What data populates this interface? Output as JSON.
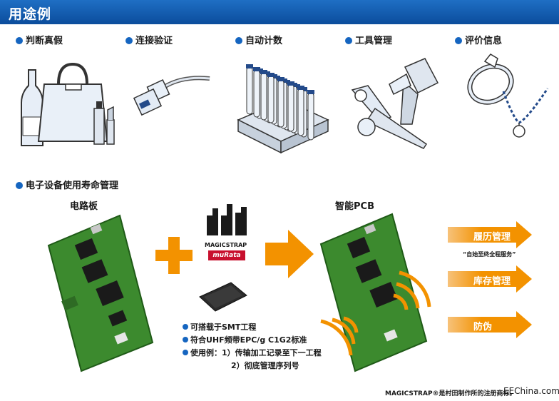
{
  "header": {
    "title": "用途例"
  },
  "categories": [
    "判断真假",
    "连接验证",
    "自动计数",
    "工具管理",
    "评价信息"
  ],
  "lifecycle": {
    "heading": "电子设备使用寿命管理",
    "board_label": "电路板",
    "smart_label": "智能PCB",
    "logo_text": "MAGICSTRAP",
    "murata_text": "muRata",
    "features": [
      "可搭载于SMT工程",
      "符合UHF频带EPC/g C1G2标准",
      "使用例：1）传输加工记录至下一工程",
      "2）彻底管理序列号"
    ],
    "arrows": [
      "履历管理",
      "库存管理",
      "防伪"
    ],
    "arrow_note": "“自始至终全程服务”"
  },
  "footer": {
    "trademark": "MAGICSTRAP®是村田制作所的注册商标。",
    "site": "EEChina.com"
  },
  "colors": {
    "header_blue": "#0b4d9c",
    "bullet_blue": "#1565c0",
    "orange": "#f39200",
    "pcb_green": "#3c8a2e"
  }
}
